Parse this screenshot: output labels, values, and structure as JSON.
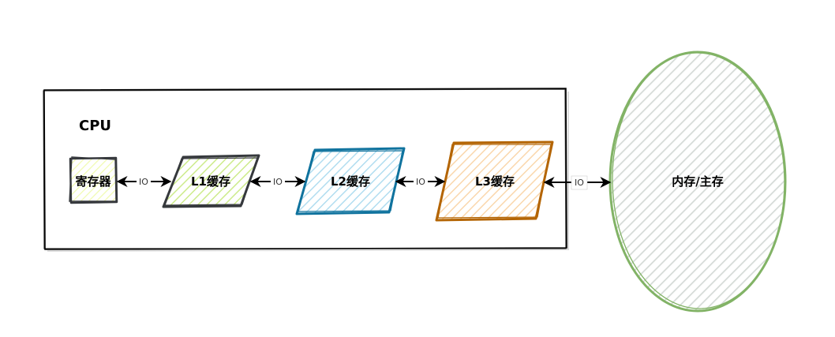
{
  "cpu": {
    "title": "CPU"
  },
  "nodes": {
    "register": {
      "label": "寄存器",
      "fill": "#f0fbb0",
      "stroke": "#36393d"
    },
    "l1": {
      "label": "L1缓存",
      "fill": "#cdeb8b",
      "stroke": "#36393d"
    },
    "l2": {
      "label": "L2缓存",
      "fill": "#b1ddf0",
      "stroke": "#10739e"
    },
    "l3": {
      "label": "L3缓存",
      "fill": "#fad7ac",
      "stroke": "#b46504"
    },
    "memory": {
      "label": "内存/主存",
      "fill": "#d5dad7",
      "stroke": "#82b366"
    }
  },
  "connectors": [
    {
      "label": "IO"
    },
    {
      "label": "IO"
    },
    {
      "label": "IO"
    },
    {
      "label": "IO"
    }
  ]
}
